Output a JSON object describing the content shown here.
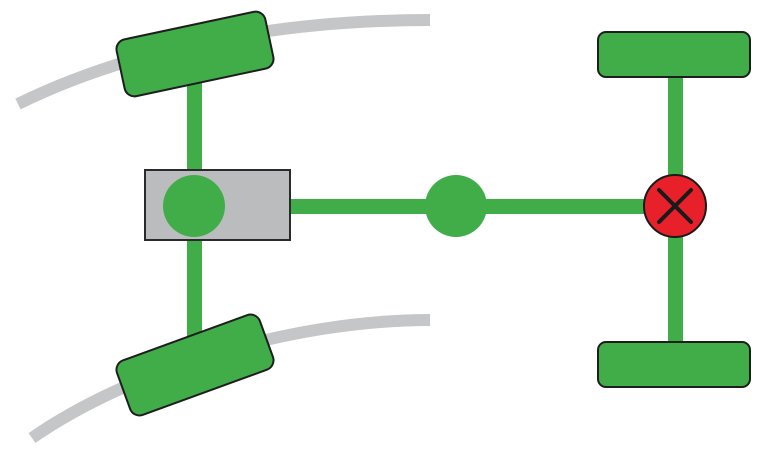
{
  "diagram": {
    "kind": "drivetrain-schematic",
    "parts": [
      {
        "name": "front-left-wheel",
        "state": "steered-left"
      },
      {
        "name": "front-right-wheel",
        "state": "steered-left"
      },
      {
        "name": "rear-left-wheel",
        "state": "straight"
      },
      {
        "name": "rear-right-wheel",
        "state": "straight"
      },
      {
        "name": "front-axle",
        "state": "connected"
      },
      {
        "name": "front-differential-housing",
        "state": "present"
      },
      {
        "name": "front-differential",
        "state": "engaged"
      },
      {
        "name": "drive-shaft",
        "state": "connected"
      },
      {
        "name": "center-differential",
        "state": "engaged"
      },
      {
        "name": "rear-differential",
        "state": "locked"
      },
      {
        "name": "rear-axle",
        "state": "connected"
      }
    ],
    "turn_direction": "left"
  },
  "colors": {
    "background": "#ffffff",
    "component": "#40ad49",
    "component_outline": "#1e1e1e",
    "housing_fill": "#bbbcbe",
    "housing_outline": "#2a2a2a",
    "road_arc": "#c5c6c8",
    "locked_fill": "#e8202a",
    "locked_mark": "#1a1a1a"
  }
}
